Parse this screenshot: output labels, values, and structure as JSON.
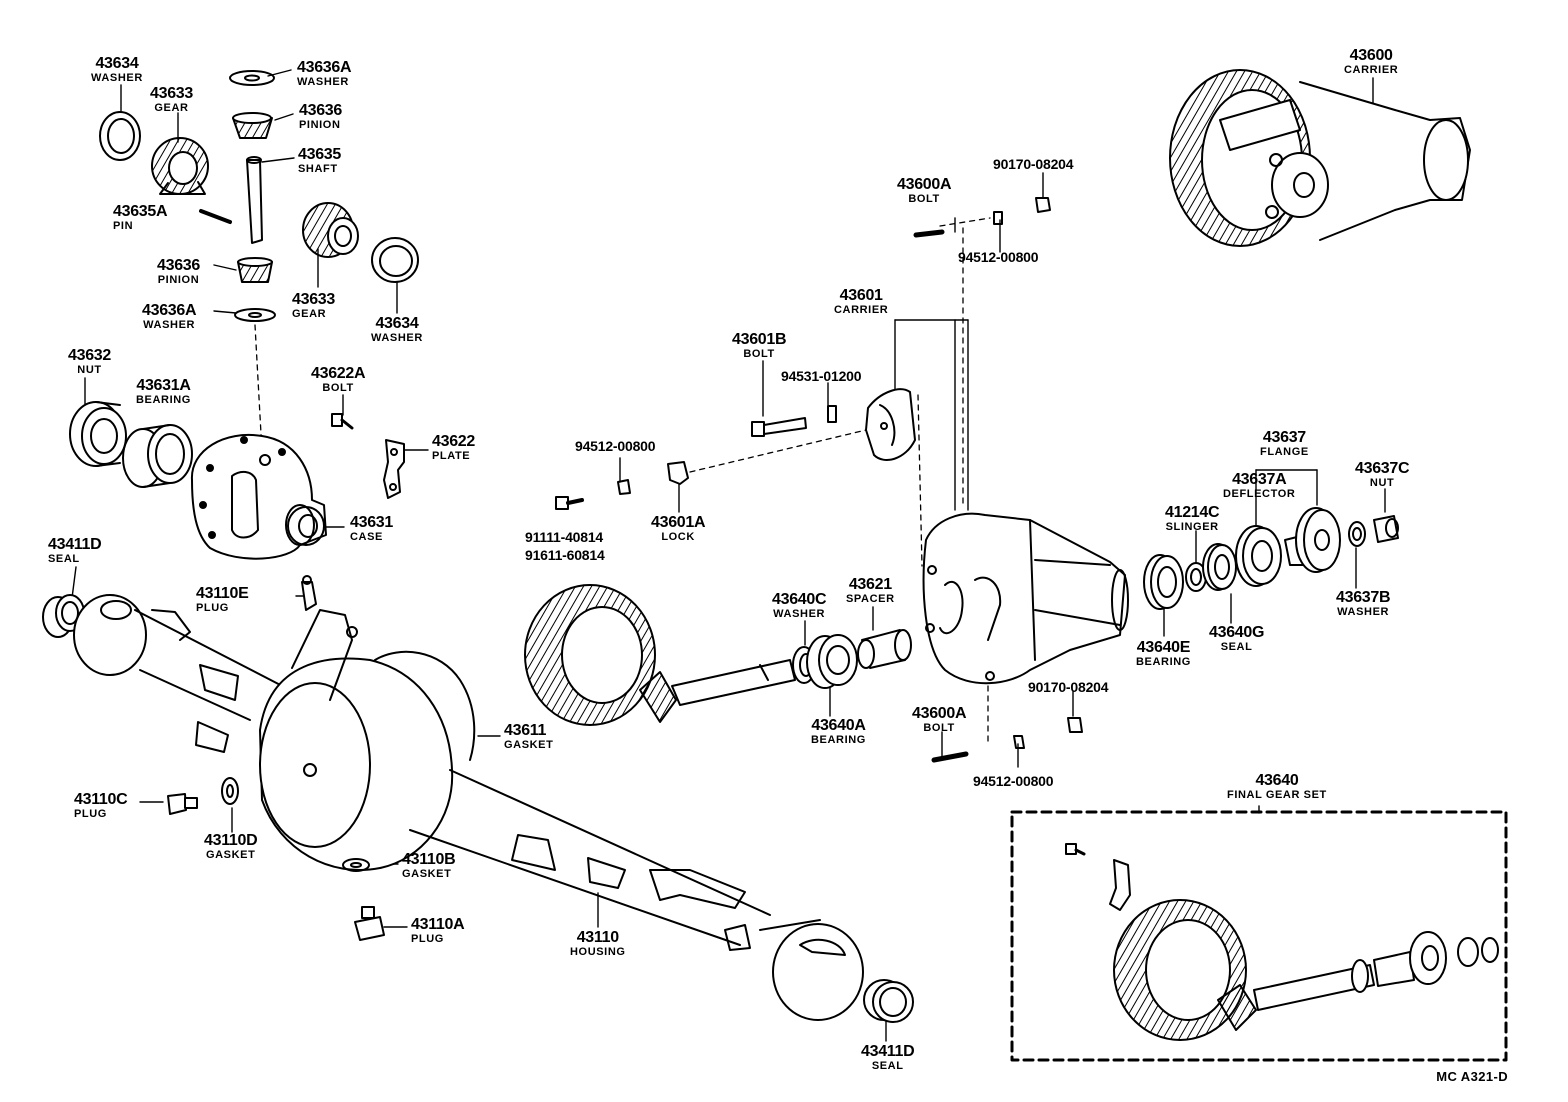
{
  "parts": {
    "p43634a": {
      "number": "43634",
      "name": "WASHER"
    },
    "p43633a": {
      "number": "43633",
      "name": "GEAR"
    },
    "p43636Aa": {
      "number": "43636A",
      "name": "WASHER"
    },
    "p43636a": {
      "number": "43636",
      "name": "PINION"
    },
    "p43635": {
      "number": "43635",
      "name": "SHAFT"
    },
    "p43635A": {
      "number": "43635A",
      "name": "PIN"
    },
    "p43636b": {
      "number": "43636",
      "name": "PINION"
    },
    "p43633b": {
      "number": "43633",
      "name": "GEAR"
    },
    "p43634b": {
      "number": "43634",
      "name": "WASHER"
    },
    "p43636Ab": {
      "number": "43636A",
      "name": "WASHER"
    },
    "p43632": {
      "number": "43632",
      "name": "NUT"
    },
    "p43631A": {
      "number": "43631A",
      "name": "BEARING"
    },
    "p43622A": {
      "number": "43622A",
      "name": "BOLT"
    },
    "p43622": {
      "number": "43622",
      "name": "PLATE"
    },
    "p43631": {
      "number": "43631",
      "name": "CASE"
    },
    "p43411Da": {
      "number": "43411D",
      "name": "SEAL"
    },
    "p43110E": {
      "number": "43110E",
      "name": "PLUG"
    },
    "p43611": {
      "number": "43611",
      "name": "GASKET"
    },
    "p43110C": {
      "number": "43110C",
      "name": "PLUG"
    },
    "p43110D": {
      "number": "43110D",
      "name": "GASKET"
    },
    "p43110B": {
      "number": "43110B",
      "name": "GASKET"
    },
    "p43110A": {
      "number": "43110A",
      "name": "PLUG"
    },
    "p43110": {
      "number": "43110",
      "name": "HOUSING"
    },
    "p43411Db": {
      "number": "43411D",
      "name": "SEAL"
    },
    "p43600": {
      "number": "43600",
      "name": "CARRIER"
    },
    "p43600Aa": {
      "number": "43600A",
      "name": "BOLT"
    },
    "p43601": {
      "number": "43601",
      "name": "CARRIER"
    },
    "p43601B": {
      "number": "43601B",
      "name": "BOLT"
    },
    "p43601A": {
      "number": "43601A",
      "name": "LOCK"
    },
    "p43640C": {
      "number": "43640C",
      "name": "WASHER"
    },
    "p43621": {
      "number": "43621",
      "name": "SPACER"
    },
    "p43640A": {
      "number": "43640A",
      "name": "BEARING"
    },
    "p43600Ab": {
      "number": "43600A",
      "name": "BOLT"
    },
    "p43637": {
      "number": "43637",
      "name": "FLANGE"
    },
    "p43637A": {
      "number": "43637A",
      "name": "DEFLECTOR"
    },
    "p41214C": {
      "number": "41214C",
      "name": "SLINGER"
    },
    "p43637C": {
      "number": "43637C",
      "name": "NUT"
    },
    "p43640E": {
      "number": "43640E",
      "name": "BEARING"
    },
    "p43640G": {
      "number": "43640G",
      "name": "SEAL"
    },
    "p43637B": {
      "number": "43637B",
      "name": "WASHER"
    },
    "p43640": {
      "number": "43640",
      "name": "FINAL GEAR SET"
    }
  },
  "codes": {
    "c90170a": "90170-08204",
    "c94512a": "94512-00800",
    "c94531": "94531-01200",
    "c94512b": "94512-00800",
    "c91111": "91111-40814",
    "c91611": "91611-60814",
    "c90170b": "90170-08204",
    "c94512c": "94512-00800"
  },
  "footer": "MC A321-D"
}
